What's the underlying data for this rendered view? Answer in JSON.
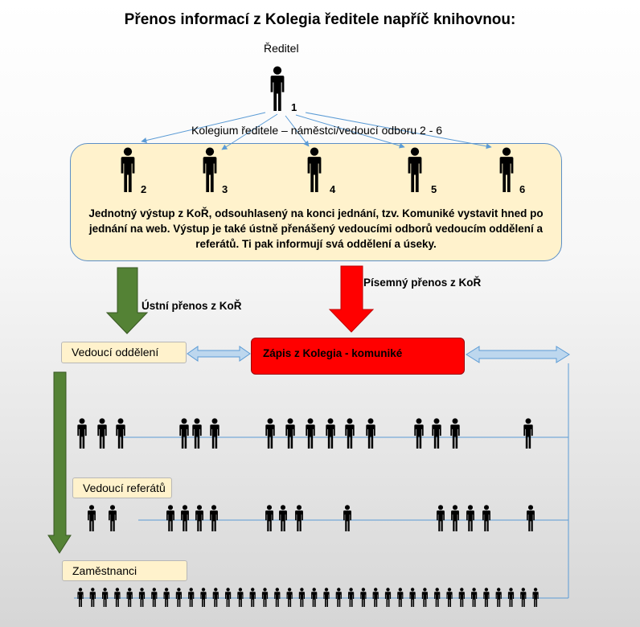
{
  "title": "Přenos informací z Kolegia ředitele napříč knihovnou:",
  "director": {
    "label": "Ředitel",
    "number": "1"
  },
  "kolegium": {
    "label": "Kolegium ředitele – náměstci/vedoucí odboru 2 - 6",
    "members": [
      "2",
      "3",
      "4",
      "5",
      "6"
    ],
    "text": "Jednotný výstup z KoŘ, odsouhlasený na konci jednání, tzv. Komuniké vystavit hned po jednání na web. Výstup je také ústně přenášený vedoucími odborů vedoucím oddělení a referátů. Ti pak informují svá oddělení a úseky."
  },
  "oral_transfer": {
    "label": "Ústní přenos z KoŘ",
    "color": "#548235"
  },
  "written_transfer": {
    "label": "Písemný přenos z KoŘ",
    "color": "#ff0000"
  },
  "minutes": {
    "label": "Zápis z Kolegia - komuniké",
    "color": "#ff0000"
  },
  "levels": {
    "department_heads": "Vedoucí oddělení",
    "unit_heads": "Vedoucí referátů",
    "employees": "Zaměstnanci"
  },
  "colors": {
    "box_fill": "#fff2cc",
    "box_border": "#5b8fc7",
    "line": "#5b9bd5",
    "arrow_fill": "#bdd7ee"
  },
  "icons": {
    "person": "person-icon"
  }
}
